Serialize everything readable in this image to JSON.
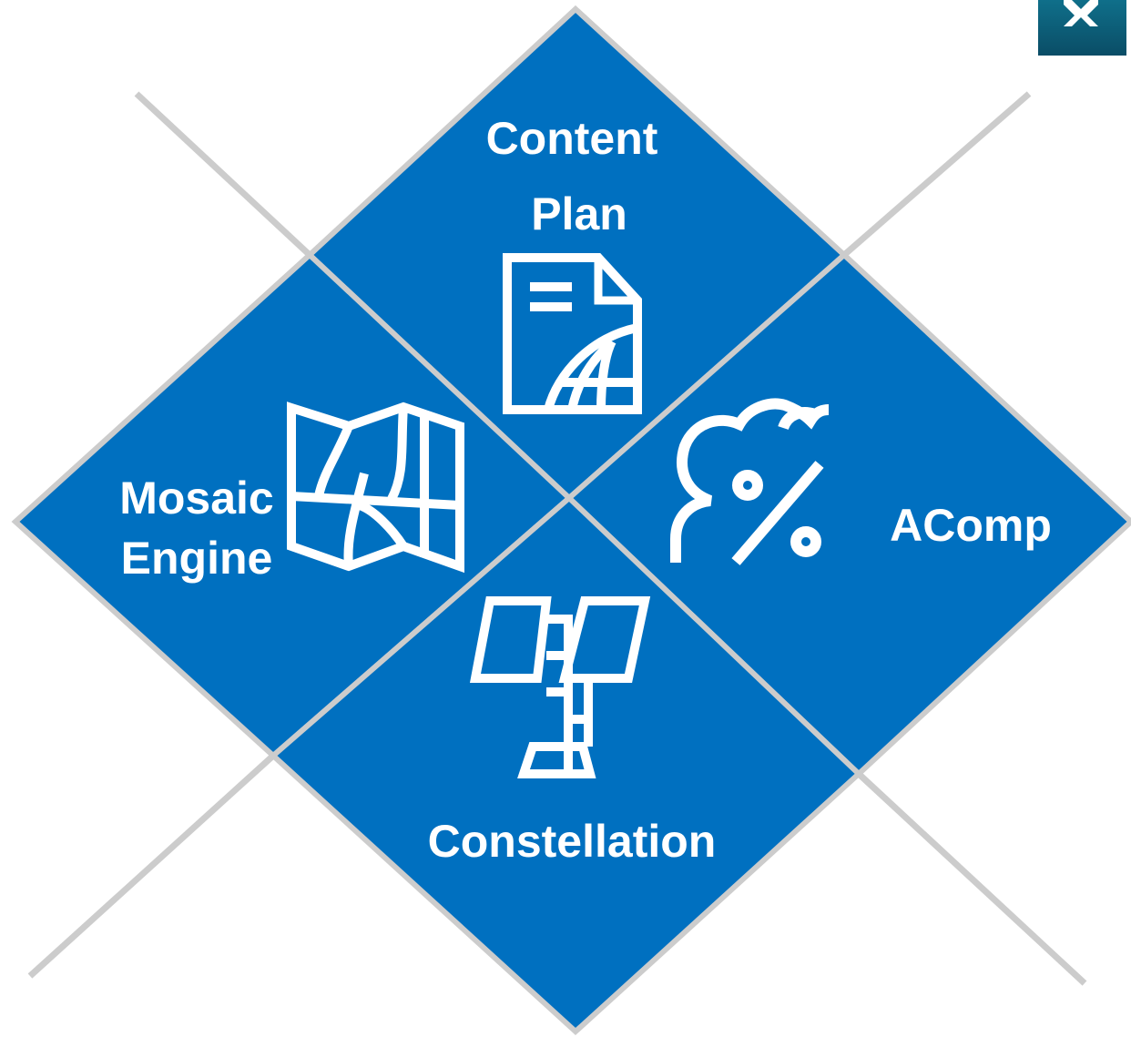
{
  "colors": {
    "quadrant_fill": "#0070c0",
    "diagonal_line": "#cccccc",
    "label_text": "#ffffff",
    "close_button_fill": "#0b5a74"
  },
  "quadrants": {
    "top": {
      "label_line1": "Content",
      "label_line2": "Plan",
      "icon": "document-globe-icon"
    },
    "left": {
      "label_line1": "Mosaic",
      "label_line2": "Engine",
      "icon": "folded-map-icon"
    },
    "right": {
      "label": "AComp",
      "icon": "cloud-percent-icon"
    },
    "bottom": {
      "label": "Constellation",
      "icon": "satellite-icon"
    }
  },
  "close_button": {
    "icon": "close-icon"
  }
}
